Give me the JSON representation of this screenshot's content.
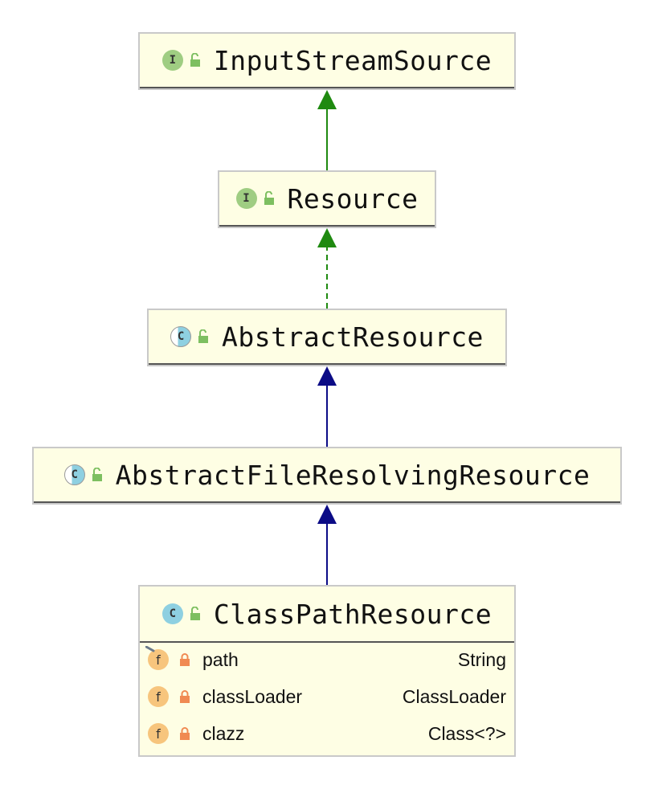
{
  "nodes": {
    "inputstreamsource": {
      "name": "InputStreamSource",
      "kind": "interface",
      "kind_letter": "I"
    },
    "resource": {
      "name": "Resource",
      "kind": "interface",
      "kind_letter": "I"
    },
    "abstractresource": {
      "name": "AbstractResource",
      "kind": "abstract-class",
      "kind_letter": "C"
    },
    "abstractfileresolvingresource": {
      "name": "AbstractFileResolvingResource",
      "kind": "abstract-class",
      "kind_letter": "C"
    },
    "classpathresource": {
      "name": "ClassPathResource",
      "kind": "class",
      "kind_letter": "C",
      "fields": [
        {
          "badge": "f",
          "name": "path",
          "type": "String",
          "final": false
        },
        {
          "badge": "f",
          "name": "classLoader",
          "type": "ClassLoader",
          "final": true
        },
        {
          "badge": "f",
          "name": "clazz",
          "type": "Class<?>",
          "final": true
        }
      ]
    }
  },
  "edges": [
    {
      "from": "resource",
      "to": "inputstreamsource",
      "style": "solid",
      "relation": "extends-interface"
    },
    {
      "from": "abstractresource",
      "to": "resource",
      "style": "dashed",
      "relation": "implements"
    },
    {
      "from": "abstractfileresolvingresource",
      "to": "abstractresource",
      "style": "solid",
      "relation": "extends"
    },
    {
      "from": "classpathresource",
      "to": "abstractfileresolvingresource",
      "style": "solid",
      "relation": "extends"
    }
  ],
  "colors": {
    "node_fill": "#fefee4",
    "node_border": "#c9c9c9",
    "interface_badge": "#9fcd82",
    "class_badge": "#8ed0e1",
    "field_badge": "#f7c57d",
    "public_lock": "#7dbf60",
    "private_lock": "#f08a52",
    "interface_edge": "#1f8a10",
    "class_edge": "#0b0b86"
  },
  "icons": {
    "public": "open-lock-icon",
    "private": "lock-icon"
  }
}
